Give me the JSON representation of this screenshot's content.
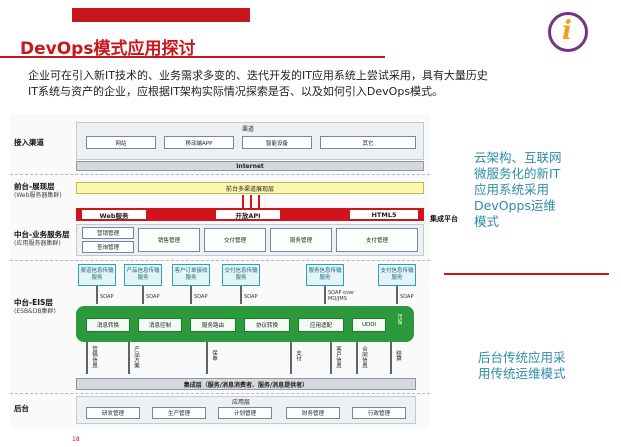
{
  "slide": {
    "title": "DevOps模式应用探讨",
    "intro_line1": "企业可在引入新IT技术的、业务需求多变的、迭代开发的IT应用系统上尝试采用，具有大量历史",
    "intro_line2": "IT系统与资产的企业，应根据IT架构实际情况探索是否、以及如何引入DevOps模式。",
    "page_number": "18",
    "logo_letter": "i"
  },
  "diagram": {
    "layers": {
      "access": {
        "label": "接入渠道",
        "panel_title": "渠道",
        "channels": [
          "网站",
          "移动端APP",
          "智能设备",
          "其它"
        ],
        "internet": "Internet"
      },
      "front": {
        "label": "前台-展现层",
        "sub": "(Web服务器集群)",
        "bar": "前台多渠道展现层"
      },
      "middle": {
        "label": "中台-业务服务层",
        "sub": "(应用服务器集群)",
        "red_bar": [
          "Web服务",
          "开放API",
          "HTML5"
        ],
        "integration": "集成平台",
        "services": [
          "营销管理",
          "查询管理",
          "销售管理",
          "交付管理",
          "服务管理",
          "支付管理"
        ]
      },
      "eis": {
        "label": "中台-EIS层",
        "sub": "(ESB&DB集群)",
        "adapters": [
          "渠道信息传输服务",
          "产品信息传输服务",
          "客户订单接收服务",
          "交付信息传输服务",
          "服务信息传输服务",
          "支付信息传输服务"
        ],
        "protocols": [
          "SOAP",
          "SOAP",
          "SOAP",
          "SOAP",
          "SOAP over MQ/JMS",
          "SOAP"
        ],
        "bus": [
          "消息转换",
          "消息控制",
          "服务路由",
          "协议转换",
          "应用适配",
          "UDDI"
        ],
        "bus_tag": "ESB",
        "flows": [
          "营销信息",
          "产品方案",
          "保单",
          "支付",
          "客户信息",
          "合同信息",
          "结算"
        ]
      },
      "back": {
        "label": "后台",
        "integration_bar": "集成层（服务/消息消费者、服务/消息提供者）",
        "app_layer": "应用层",
        "systems": [
          "研发管理",
          "生产管理",
          "计划管理",
          "财务管理",
          "行政管理"
        ]
      }
    }
  },
  "notes": {
    "top": [
      "云架构、互联网",
      "微服务化的新IT",
      "应用系统采用",
      "DevOpps运维",
      "模式"
    ],
    "bottom": [
      "后台传统应用采",
      "用传统运维模式"
    ]
  },
  "colors": {
    "brand_red": "#c8161d",
    "note_blue": "#2d8ca8",
    "bus_green": "#2c9a3c",
    "logo_purple": "#7b2d8e",
    "logo_orange": "#f2a11b"
  }
}
